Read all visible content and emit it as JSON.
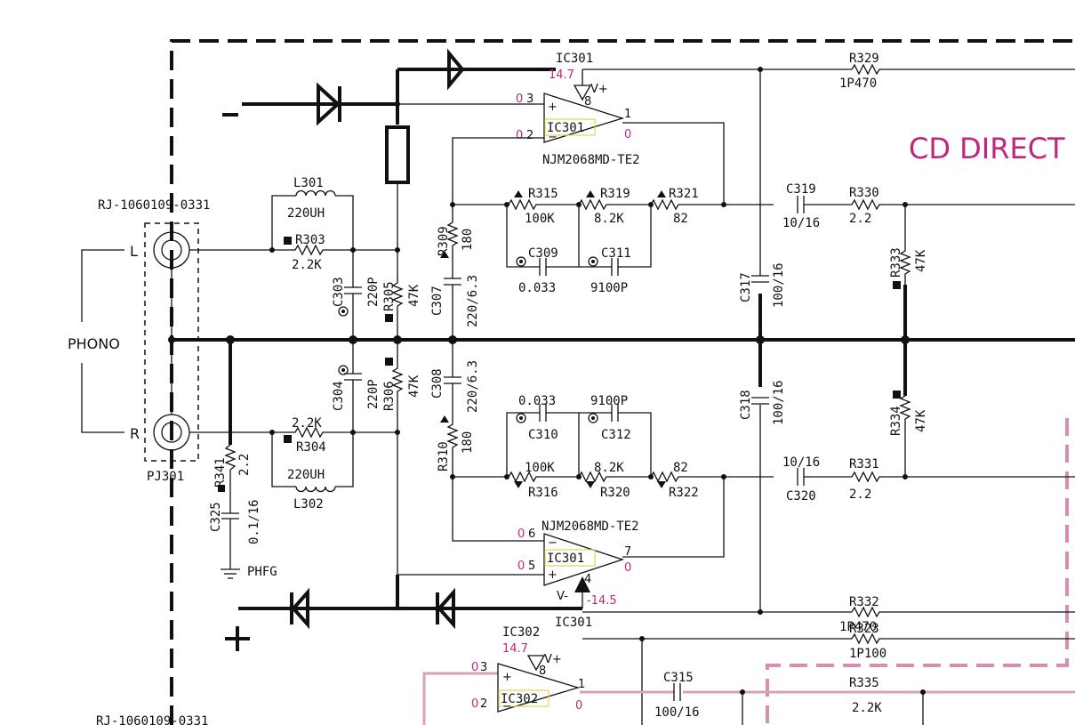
{
  "section_title": "CD DIRECT",
  "color_accent": "#c0267c",
  "connector": {
    "ref_top": "RJ-1060109-0331",
    "ref_bottom": "RJ-1060109-0331",
    "name": "PJ301",
    "left_label": "L",
    "right_label": "R",
    "group_label": "PHONO"
  },
  "ground_label": "PHFG",
  "polarity_minus": "-",
  "polarity_plus": "+",
  "opamps": [
    {
      "ref": "IC301",
      "box_label": "IC301",
      "part": "NJM2068MD-TE2",
      "pin_plus": "3",
      "pin_minus": "2",
      "pin_out": "1",
      "pin_supply": "8",
      "v_plus": "0",
      "v_minus": "0",
      "v_out": "0",
      "supply_label": "V+",
      "supply_voltage": "14.7"
    },
    {
      "ref": "IC301",
      "box_label": "IC301",
      "part": "NJM2068MD-TE2",
      "pin_plus": "5",
      "pin_minus": "6",
      "pin_out": "7",
      "pin_supply": "4",
      "v_plus": "0",
      "v_minus": "0",
      "v_out": "0",
      "supply_label": "V-",
      "supply_voltage": "-14.5"
    },
    {
      "ref": "IC302",
      "box_label": "IC302",
      "pin_plus": "3",
      "pin_minus": "2",
      "pin_out": "1",
      "pin_supply": "8",
      "v_plus": "0",
      "v_minus": "0",
      "v_out": "0",
      "supply_label": "V+",
      "supply_voltage": "14.7"
    }
  ],
  "components": {
    "L301": {
      "ref": "L301",
      "value": "220UH"
    },
    "L302": {
      "ref": "L302",
      "value": "220UH"
    },
    "R303": {
      "ref": "R303",
      "value": "2.2K"
    },
    "R304": {
      "ref": "R304",
      "value": "2.2K"
    },
    "C303": {
      "ref": "C303",
      "value": "220P"
    },
    "C304": {
      "ref": "C304",
      "value": "220P"
    },
    "R305": {
      "ref": "R305",
      "value": "47K"
    },
    "R306": {
      "ref": "R306",
      "value": "47K"
    },
    "R309": {
      "ref": "R309",
      "value": "180"
    },
    "R310": {
      "ref": "R310",
      "value": "180"
    },
    "C307": {
      "ref": "C307",
      "value": "220/6.3"
    },
    "C308": {
      "ref": "C308",
      "value": "220/6.3"
    },
    "R315": {
      "ref": "R315",
      "value": "100K"
    },
    "R316": {
      "ref": "R316",
      "value": "100K"
    },
    "R319": {
      "ref": "R319",
      "value": "8.2K"
    },
    "R320": {
      "ref": "R320",
      "value": "8.2K"
    },
    "R321": {
      "ref": "R321",
      "value": "82"
    },
    "R322": {
      "ref": "R322",
      "value": "82"
    },
    "C309": {
      "ref": "C309",
      "value": "0.033"
    },
    "C310": {
      "ref": "C310",
      "value": "0.033"
    },
    "C311": {
      "ref": "C311",
      "value": "9100P"
    },
    "C312": {
      "ref": "C312",
      "value": "9100P"
    },
    "C317": {
      "ref": "C317",
      "value": "100/16"
    },
    "C318": {
      "ref": "C318",
      "value": "100/16"
    },
    "C319": {
      "ref": "C319",
      "value": "10/16"
    },
    "C320": {
      "ref": "C320",
      "value": "10/16"
    },
    "R330": {
      "ref": "R330",
      "value": "2.2"
    },
    "R331": {
      "ref": "R331",
      "value": "2.2"
    },
    "R333": {
      "ref": "R333",
      "value": "47K"
    },
    "R334": {
      "ref": "R334",
      "value": "47K"
    },
    "R329": {
      "ref": "R329",
      "value": "1P470"
    },
    "R332": {
      "ref": "R332",
      "value": "1P470"
    },
    "R323": {
      "ref": "R323",
      "value": "1P100"
    },
    "R335": {
      "ref": "R335",
      "value": "2.2K"
    },
    "C315": {
      "ref": "C315",
      "value": "100/16"
    },
    "R341": {
      "ref": "R341",
      "value": "2.2"
    },
    "C325": {
      "ref": "C325",
      "value": "0.1/16"
    }
  }
}
